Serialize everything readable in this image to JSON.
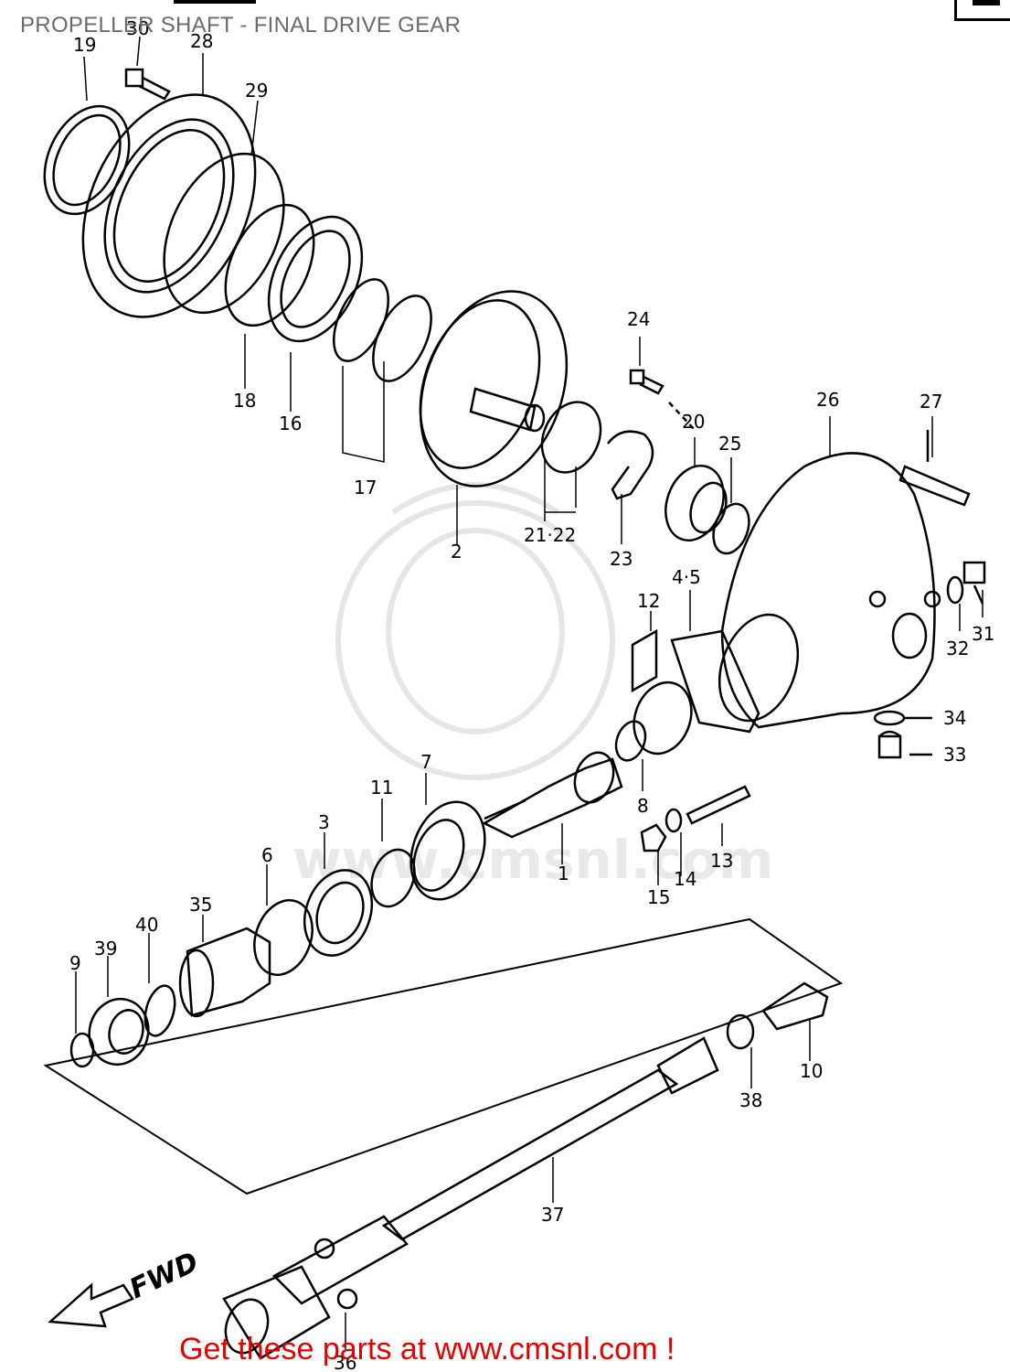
{
  "header": {
    "title": "PROPELLER SHAFT - FINAL DRIVE GEAR"
  },
  "footer": {
    "promo": "Get these parts at www.cmsnl.com !"
  },
  "watermark": {
    "text": "www.cmsnl.com"
  },
  "callouts": {
    "c1": "1",
    "c2": "2",
    "c3": "3",
    "c45": "4·5",
    "c6": "6",
    "c7": "7",
    "c8": "8",
    "c9": "9",
    "c10": "10",
    "c11": "11",
    "c12": "12",
    "c13": "13",
    "c14": "14",
    "c15": "15",
    "c16": "16",
    "c17": "17",
    "c18": "18",
    "c19": "19",
    "c20": "20",
    "c2122": "21·22",
    "c23": "23",
    "c24": "24",
    "c25": "25",
    "c26": "26",
    "c27": "27",
    "c28": "28",
    "c29": "29",
    "c30": "30",
    "c31": "31",
    "c32": "32",
    "c33": "33",
    "c34": "34",
    "c35": "35",
    "c36": "36",
    "c37": "37",
    "c38": "38",
    "c39": "39",
    "c40": "40",
    "fwd": "FWD"
  }
}
